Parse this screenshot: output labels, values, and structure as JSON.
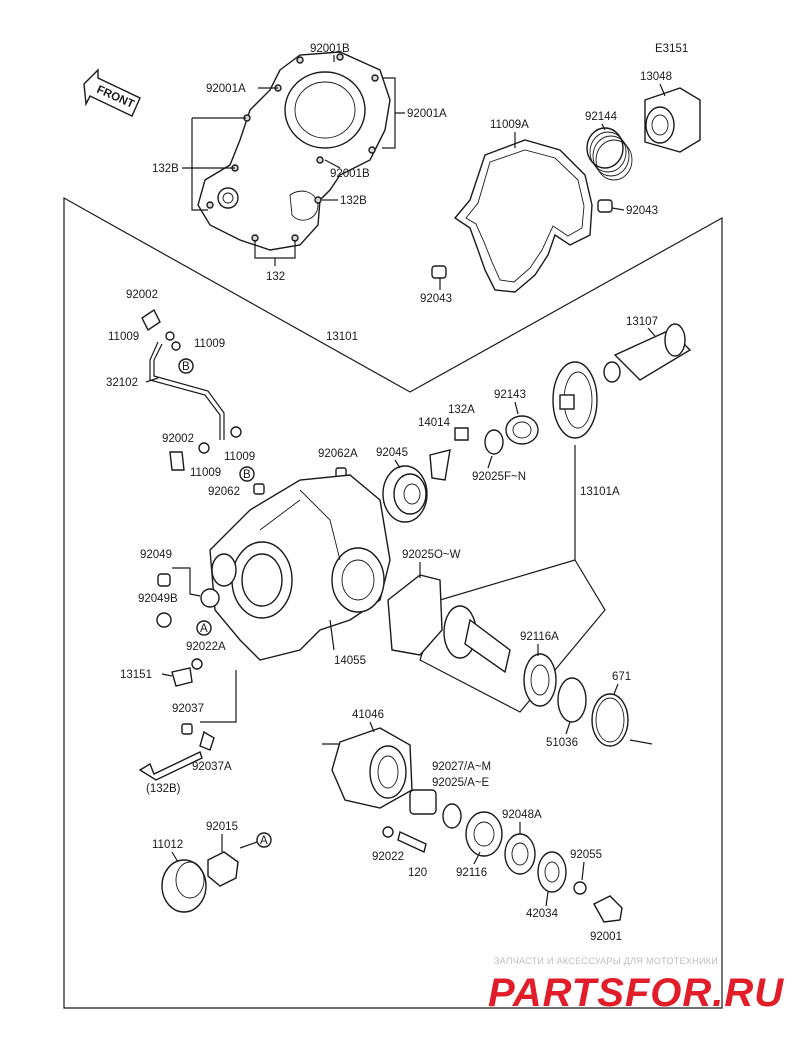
{
  "diagram_code": "E3151",
  "front_label": "FRONT",
  "watermark": {
    "tagline": "ЗАПЧАСТИ И АКСЕССУАРЫ ДЛЯ МОТОТЕХНИКИ",
    "brand": "PARTSFOR.RU"
  },
  "labels": {
    "p92001B_top": "92001B",
    "p92001A_left": "92001A",
    "p92001A_right": "92001A",
    "p92001B_mid": "92001B",
    "p132B_left": "132B",
    "p132B_right": "132B",
    "p132": "132",
    "p13048": "13048",
    "p11009A": "11009A",
    "p92144": "92144",
    "p92043_right": "92043",
    "p92043_left": "92043",
    "p92002_top": "92002",
    "p11009_a": "11009",
    "p11009_b": "11009",
    "pB_top": "B",
    "p32102": "32102",
    "p13101": "13101",
    "p13107": "13107",
    "p92143": "92143",
    "p132A": "132A",
    "p14014": "14014",
    "p92002_mid": "92002",
    "p11009_c": "11009",
    "p11009_d": "11009",
    "pB_mid": "B",
    "p92062A": "92062A",
    "p92045": "92045",
    "p92025FN": "92025F~N",
    "p13101A": "13101A",
    "p92062": "92062",
    "p92049": "92049",
    "p92025OW": "92025O~W",
    "p92049B": "92049B",
    "pA_mid": "A",
    "p92022A": "92022A",
    "p14055": "14055",
    "p92116A": "92116A",
    "p13151": "13151",
    "p671": "671",
    "p92037": "92037",
    "p51036": "51036",
    "p41046": "41046",
    "p92037A": "92037A",
    "p132B_paren": "(132B)",
    "p92027AM": "92027/A~M",
    "p92025AE": "92025/A~E",
    "p92048A": "92048A",
    "p11012": "11012",
    "p92015": "92015",
    "pA_bottom": "A",
    "p92022": "92022",
    "p120": "120",
    "p92116": "92116",
    "p92055": "92055",
    "p42034": "42034",
    "p92001": "92001"
  }
}
